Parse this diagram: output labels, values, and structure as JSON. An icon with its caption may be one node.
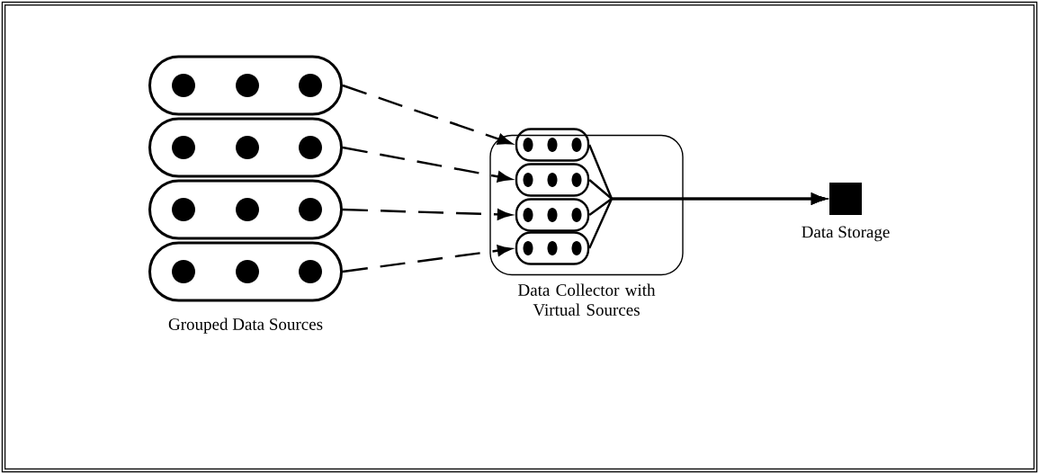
{
  "diagram": {
    "nodes": [
      {
        "text": [],
        "shape": "box"
      },
      {
        "text": [],
        "shape": "box"
      },
      {
        "text": [],
        "shape": "box"
      },
      {
        "text": [],
        "shape": "box"
      },
      {
        "text": [
          "Data Collector with Virtual Sources"
        ]
      },
      {
        "text": [],
        "shape": "box",
        "in": 4
      },
      {
        "text": [],
        "shape": "box",
        "in": 4
      },
      {
        "text": [],
        "shape": "box",
        "in": 4
      },
      {
        "text": [],
        "shape": "box",
        "in": 4
      },
      {
        "text": [
          "Data Storage"
        ]
      }
    ],
    "edges": [
      {
        "from": 0,
        "to": 5,
        "arrow": "to",
        "style": "dashed"
      },
      {
        "from": 1,
        "to": 6,
        "arrow": "to",
        "style": "dashed"
      },
      {
        "from": 2,
        "to": 7,
        "arrow": "to",
        "style": "dashed"
      },
      {
        "from": 3,
        "to": 8,
        "arrow": "to",
        "style": "dashed"
      },
      {
        "from": 5,
        "to": 9,
        "arrow": "to"
      },
      {
        "from": 6,
        "to": 9,
        "arrow": "to"
      },
      {
        "from": 7,
        "to": 9,
        "arrow": "to"
      },
      {
        "from": 8,
        "to": 9,
        "arrow": "to"
      }
    ],
    "labels": [
      "Grouped Data Sources"
    ]
  }
}
